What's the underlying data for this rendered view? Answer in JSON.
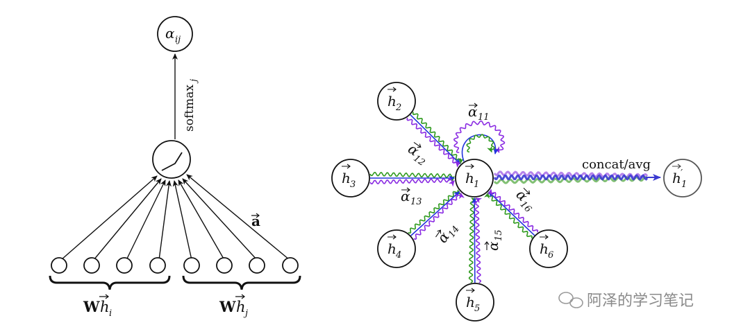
{
  "left_diagram": {
    "top_node_label": "α",
    "top_node_sub": "ij",
    "softmax_label": "softmax",
    "softmax_sub": "j",
    "attention_vector_label": "a",
    "group_left_W": "W",
    "group_left_h": "h",
    "group_left_sub": "i",
    "group_right_W": "W",
    "group_right_h": "h",
    "group_right_sub": "j"
  },
  "right_diagram": {
    "center": {
      "label": "h",
      "sub": "1"
    },
    "neighbors": [
      {
        "id": "h2",
        "label": "h",
        "sub": "2"
      },
      {
        "id": "h3",
        "label": "h",
        "sub": "3"
      },
      {
        "id": "h4",
        "label": "h",
        "sub": "4"
      },
      {
        "id": "h5",
        "label": "h",
        "sub": "5"
      },
      {
        "id": "h6",
        "label": "h",
        "sub": "6"
      }
    ],
    "output": {
      "label": "h",
      "prime": "′",
      "sub": "1"
    },
    "output_edge_label": "concat/avg",
    "alpha_labels": [
      {
        "id": "a11",
        "label": "α",
        "sub": "11"
      },
      {
        "id": "a12",
        "label": "α",
        "sub": "12"
      },
      {
        "id": "a13",
        "label": "α",
        "sub": "13"
      },
      {
        "id": "a14",
        "label": "α",
        "sub": "14"
      },
      {
        "id": "a15",
        "label": "α",
        "sub": "15"
      },
      {
        "id": "a16",
        "label": "α",
        "sub": "16"
      }
    ],
    "head_colors": {
      "blue": "#2233dd",
      "green": "#2f9a1e",
      "purple": "#8a2be2"
    }
  },
  "watermark": {
    "icon": "wechat-icon",
    "text": "阿泽的学习笔记"
  }
}
